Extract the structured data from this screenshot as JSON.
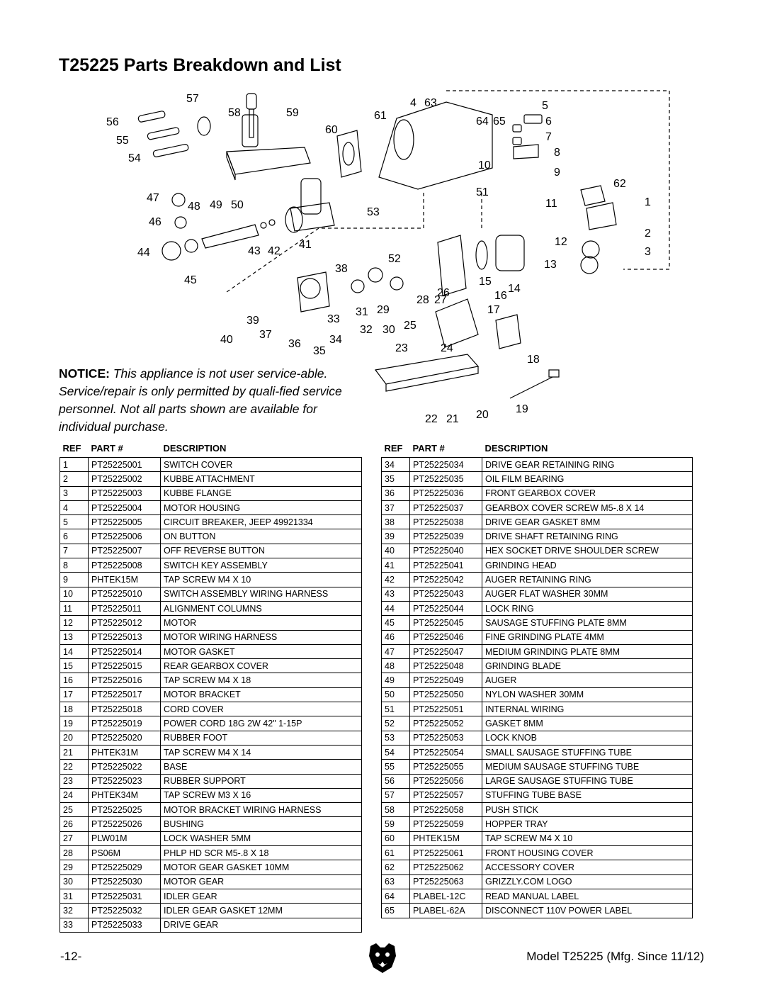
{
  "title": "T25225 Parts Breakdown and List",
  "notice": {
    "label": "NOTICE:",
    "text": "This appliance is not user service-able. Service/repair is only permitted by quali-fied service personnel. Not all parts shown are available for individual purchase."
  },
  "diagram_labels": [
    "1",
    "2",
    "3",
    "4",
    "5",
    "6",
    "7",
    "8",
    "9",
    "10",
    "11",
    "12",
    "13",
    "14",
    "15",
    "16",
    "17",
    "18",
    "19",
    "20",
    "21",
    "22",
    "23",
    "24",
    "25",
    "26",
    "27",
    "28",
    "29",
    "30",
    "31",
    "32",
    "33",
    "34",
    "35",
    "36",
    "37",
    "38",
    "39",
    "40",
    "41",
    "42",
    "43",
    "44",
    "45",
    "46",
    "47",
    "48",
    "49",
    "50",
    "51",
    "52",
    "53",
    "54",
    "55",
    "56",
    "57",
    "58",
    "59",
    "60",
    "61",
    "62",
    "63",
    "64",
    "65"
  ],
  "table_headers": {
    "ref": "REF",
    "part": "PART #",
    "description": "DESCRIPTION"
  },
  "parts_left": [
    [
      "1",
      "PT25225001",
      "SWITCH COVER"
    ],
    [
      "2",
      "PT25225002",
      "KUBBE ATTACHMENT"
    ],
    [
      "3",
      "PT25225003",
      "KUBBE FLANGE"
    ],
    [
      "4",
      "PT25225004",
      "MOTOR HOUSING"
    ],
    [
      "5",
      "PT25225005",
      "CIRCUIT BREAKER, JEEP 49921334"
    ],
    [
      "6",
      "PT25225006",
      "ON BUTTON"
    ],
    [
      "7",
      "PT25225007",
      "OFF REVERSE BUTTON"
    ],
    [
      "8",
      "PT25225008",
      "SWITCH KEY ASSEMBLY"
    ],
    [
      "9",
      "PHTEK15M",
      "TAP SCREW M4 X 10"
    ],
    [
      "10",
      "PT25225010",
      "SWITCH ASSEMBLY WIRING HARNESS"
    ],
    [
      "11",
      "PT25225011",
      "ALIGNMENT COLUMNS"
    ],
    [
      "12",
      "PT25225012",
      "MOTOR"
    ],
    [
      "13",
      "PT25225013",
      "MOTOR WIRING HARNESS"
    ],
    [
      "14",
      "PT25225014",
      "MOTOR GASKET"
    ],
    [
      "15",
      "PT25225015",
      "REAR GEARBOX COVER"
    ],
    [
      "16",
      "PT25225016",
      "TAP SCREW M4 X 18"
    ],
    [
      "17",
      "PT25225017",
      "MOTOR BRACKET"
    ],
    [
      "18",
      "PT25225018",
      "CORD COVER"
    ],
    [
      "19",
      "PT25225019",
      "POWER CORD 18G 2W 42\" 1-15P"
    ],
    [
      "20",
      "PT25225020",
      "RUBBER FOOT"
    ],
    [
      "21",
      "PHTEK31M",
      "TAP SCREW M4 X 14"
    ],
    [
      "22",
      "PT25225022",
      "BASE"
    ],
    [
      "23",
      "PT25225023",
      "RUBBER SUPPORT"
    ],
    [
      "24",
      "PHTEK34M",
      "TAP SCREW M3 X 16"
    ],
    [
      "25",
      "PT25225025",
      "MOTOR BRACKET WIRING HARNESS"
    ],
    [
      "26",
      "PT25225026",
      "BUSHING"
    ],
    [
      "27",
      "PLW01M",
      "LOCK WASHER 5MM"
    ],
    [
      "28",
      "PS06M",
      "PHLP HD SCR M5-.8 X 18"
    ],
    [
      "29",
      "PT25225029",
      "MOTOR GEAR GASKET 10MM"
    ],
    [
      "30",
      "PT25225030",
      "MOTOR GEAR"
    ],
    [
      "31",
      "PT25225031",
      "IDLER GEAR"
    ],
    [
      "32",
      "PT25225032",
      "IDLER GEAR GASKET 12MM"
    ],
    [
      "33",
      "PT25225033",
      "DRIVE GEAR"
    ]
  ],
  "parts_right": [
    [
      "34",
      "PT25225034",
      "DRIVE GEAR RETAINING RING"
    ],
    [
      "35",
      "PT25225035",
      "OIL FILM BEARING"
    ],
    [
      "36",
      "PT25225036",
      "FRONT GEARBOX COVER"
    ],
    [
      "37",
      "PT25225037",
      "GEARBOX COVER SCREW M5-.8 X 14"
    ],
    [
      "38",
      "PT25225038",
      "DRIVE GEAR GASKET 8MM"
    ],
    [
      "39",
      "PT25225039",
      "DRIVE SHAFT RETAINING RING"
    ],
    [
      "40",
      "PT25225040",
      "HEX SOCKET DRIVE SHOULDER SCREW"
    ],
    [
      "41",
      "PT25225041",
      "GRINDING HEAD"
    ],
    [
      "42",
      "PT25225042",
      "AUGER RETAINING RING"
    ],
    [
      "43",
      "PT25225043",
      "AUGER FLAT WASHER 30MM"
    ],
    [
      "44",
      "PT25225044",
      "LOCK RING"
    ],
    [
      "45",
      "PT25225045",
      "SAUSAGE STUFFING PLATE 8MM"
    ],
    [
      "46",
      "PT25225046",
      "FINE GRINDING PLATE 4MM"
    ],
    [
      "47",
      "PT25225047",
      "MEDIUM GRINDING PLATE 8MM"
    ],
    [
      "48",
      "PT25225048",
      "GRINDING BLADE"
    ],
    [
      "49",
      "PT25225049",
      "AUGER"
    ],
    [
      "50",
      "PT25225050",
      "NYLON WASHER 30MM"
    ],
    [
      "51",
      "PT25225051",
      "INTERNAL WIRING"
    ],
    [
      "52",
      "PT25225052",
      "GASKET 8MM"
    ],
    [
      "53",
      "PT25225053",
      "LOCK KNOB"
    ],
    [
      "54",
      "PT25225054",
      "SMALL SAUSAGE STUFFING TUBE"
    ],
    [
      "55",
      "PT25225055",
      "MEDIUM SAUSAGE STUFFING TUBE"
    ],
    [
      "56",
      "PT25225056",
      "LARGE SAUSAGE STUFFING TUBE"
    ],
    [
      "57",
      "PT25225057",
      "STUFFING TUBE BASE"
    ],
    [
      "58",
      "PT25225058",
      "PUSH STICK"
    ],
    [
      "59",
      "PT25225059",
      "HOPPER TRAY"
    ],
    [
      "60",
      "PHTEK15M",
      "TAP SCREW M4 X 10"
    ],
    [
      "61",
      "PT25225061",
      "FRONT HOUSING COVER"
    ],
    [
      "62",
      "PT25225062",
      "ACCESSORY COVER"
    ],
    [
      "63",
      "PT25225063",
      "GRIZZLY.COM LOGO"
    ],
    [
      "64",
      "PLABEL-12C",
      "READ MANUAL LABEL"
    ],
    [
      "65",
      "PLABEL-62A",
      "DISCONNECT 110V POWER LABEL"
    ]
  ],
  "footer": {
    "page": "-12-",
    "model": "Model T25225 (Mfg. Since 11/12)"
  }
}
